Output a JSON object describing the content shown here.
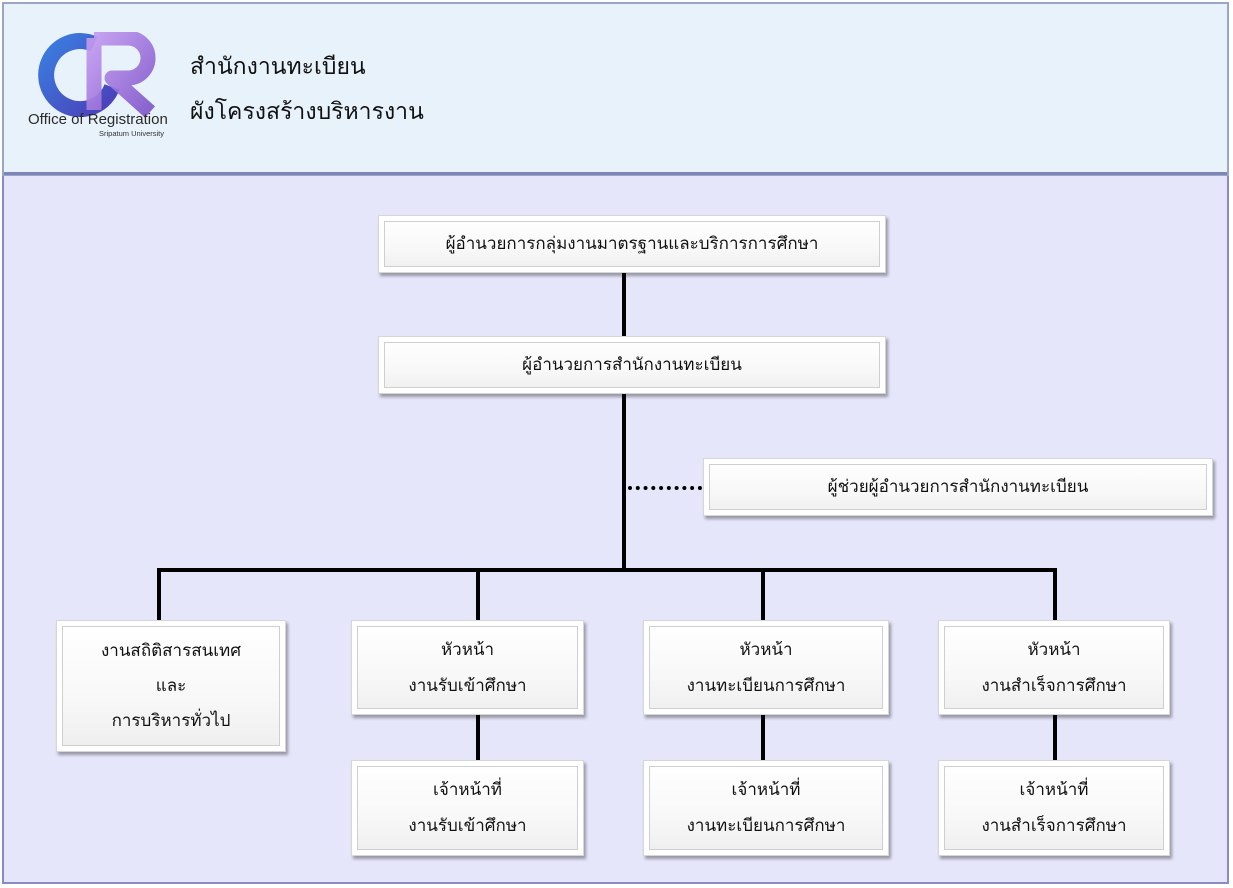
{
  "header": {
    "logo_main": "Office of Registration",
    "logo_sub": "Sripatum University",
    "title_line1": "สำนักงานทะเบียน",
    "title_line2": "ผังโครงสร้างบริหารงาน"
  },
  "org": {
    "top": "ผู้อำนวยการกลุ่มงานมาตรฐานและบริการการศึกษา",
    "director": "ผู้อำนวยการสำนักงานทะเบียน",
    "assistant": "ผู้ช่วยผู้อำนวยการสำนักงานทะเบียน",
    "units": [
      {
        "line1": "งานสถิติสารสนเทศ",
        "line2": "และ",
        "line3": "การบริหารทั่วไป"
      },
      {
        "line1": "หัวหน้า",
        "line2": "งานรับเข้าศึกษา"
      },
      {
        "line1": "หัวหน้า",
        "line2": "งานทะเบียนการศึกษา"
      },
      {
        "line1": "หัวหน้า",
        "line2": "งานสำเร็จการศึกษา"
      }
    ],
    "staff": [
      {
        "line1": "เจ้าหน้าที่",
        "line2": "งานรับเข้าศึกษา"
      },
      {
        "line1": "เจ้าหน้าที่",
        "line2": "งานทะเบียนการศึกษา"
      },
      {
        "line1": "เจ้าหน้าที่",
        "line2": "งานสำเร็จการศึกษา"
      }
    ]
  },
  "colors": {
    "header_bg": "#e8f2fb",
    "body_bg": "#e6e6fb",
    "logo_blue": "#3b6fd8",
    "logo_purple": "#9a6cd8"
  }
}
